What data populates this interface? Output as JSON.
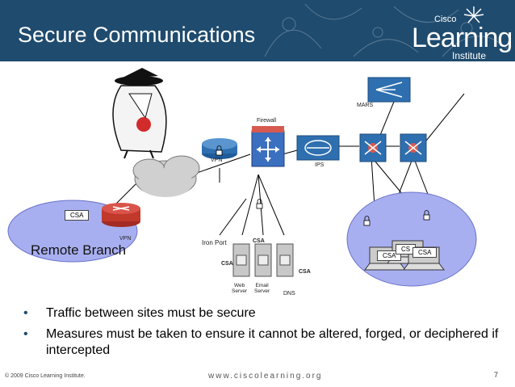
{
  "slide": {
    "title": "Secure Communications",
    "page_number": "7"
  },
  "logo": {
    "cisco": "Cisco",
    "learning": "Learning",
    "institute": "Institute"
  },
  "diagram": {
    "labels": {
      "mars": "MARS",
      "firewall": "Firewall",
      "vpn_top": "VPN",
      "ips": "IPS",
      "iron_port": "Iron Port",
      "csa_server_top": "CSA",
      "csa_server_left": "CSA",
      "csa_server_right": "CSA",
      "web_server": "Web\nServer",
      "email_server": "Email\nServer",
      "dns": "DNS",
      "vpn_branch": "VPN",
      "csa_branch": "CSA",
      "remote_branch": "Remote Branch",
      "csa_right_1": "CSA",
      "csa_right_2": "CS",
      "csa_right_3": "CSA"
    }
  },
  "bullets": [
    "Traffic between sites must be secure",
    "Measures must be taken to ensure it cannot be altered, forged, or deciphered if intercepted"
  ],
  "footer": {
    "copyright": "© 2009 Cisco Learning Institute.",
    "website": "www.ciscolearning.org"
  },
  "colors": {
    "header": "#1f4b6e",
    "device_blue": "#2e6fb0",
    "firewall": "#3b6fc0",
    "zone_fill": "#a8aff0",
    "router_red": "#c0392b",
    "bullet": "#1f4b6e"
  }
}
